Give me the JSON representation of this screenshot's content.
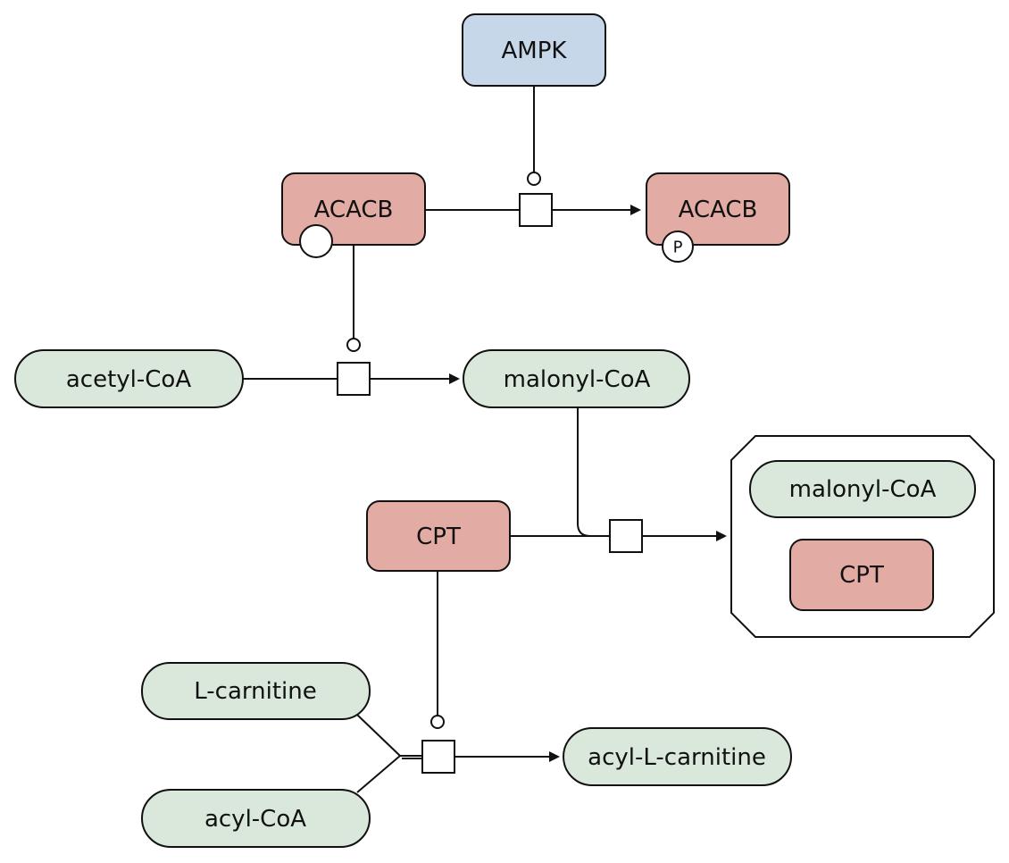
{
  "colors": {
    "kinase": "#c6d7ea",
    "macromolecule": "#e2aba3",
    "metabolite": "#d9e8da",
    "complex_fill": "#ffffff",
    "stroke": "#111111"
  },
  "nodes": {
    "ampk": "AMPK",
    "acacb_left": "ACACB",
    "acacb_right": "ACACB",
    "acacb_right_state": "P",
    "acetyl_coa": "acetyl-CoA",
    "malonyl_coa": "malonyl-CoA",
    "cpt": "CPT",
    "complex_malonyl_coa": "malonyl-CoA",
    "complex_cpt": "CPT",
    "l_carnitine": "L-carnitine",
    "acyl_coa": "acyl-CoA",
    "acyl_l_carnitine": "acyl-L-carnitine"
  }
}
